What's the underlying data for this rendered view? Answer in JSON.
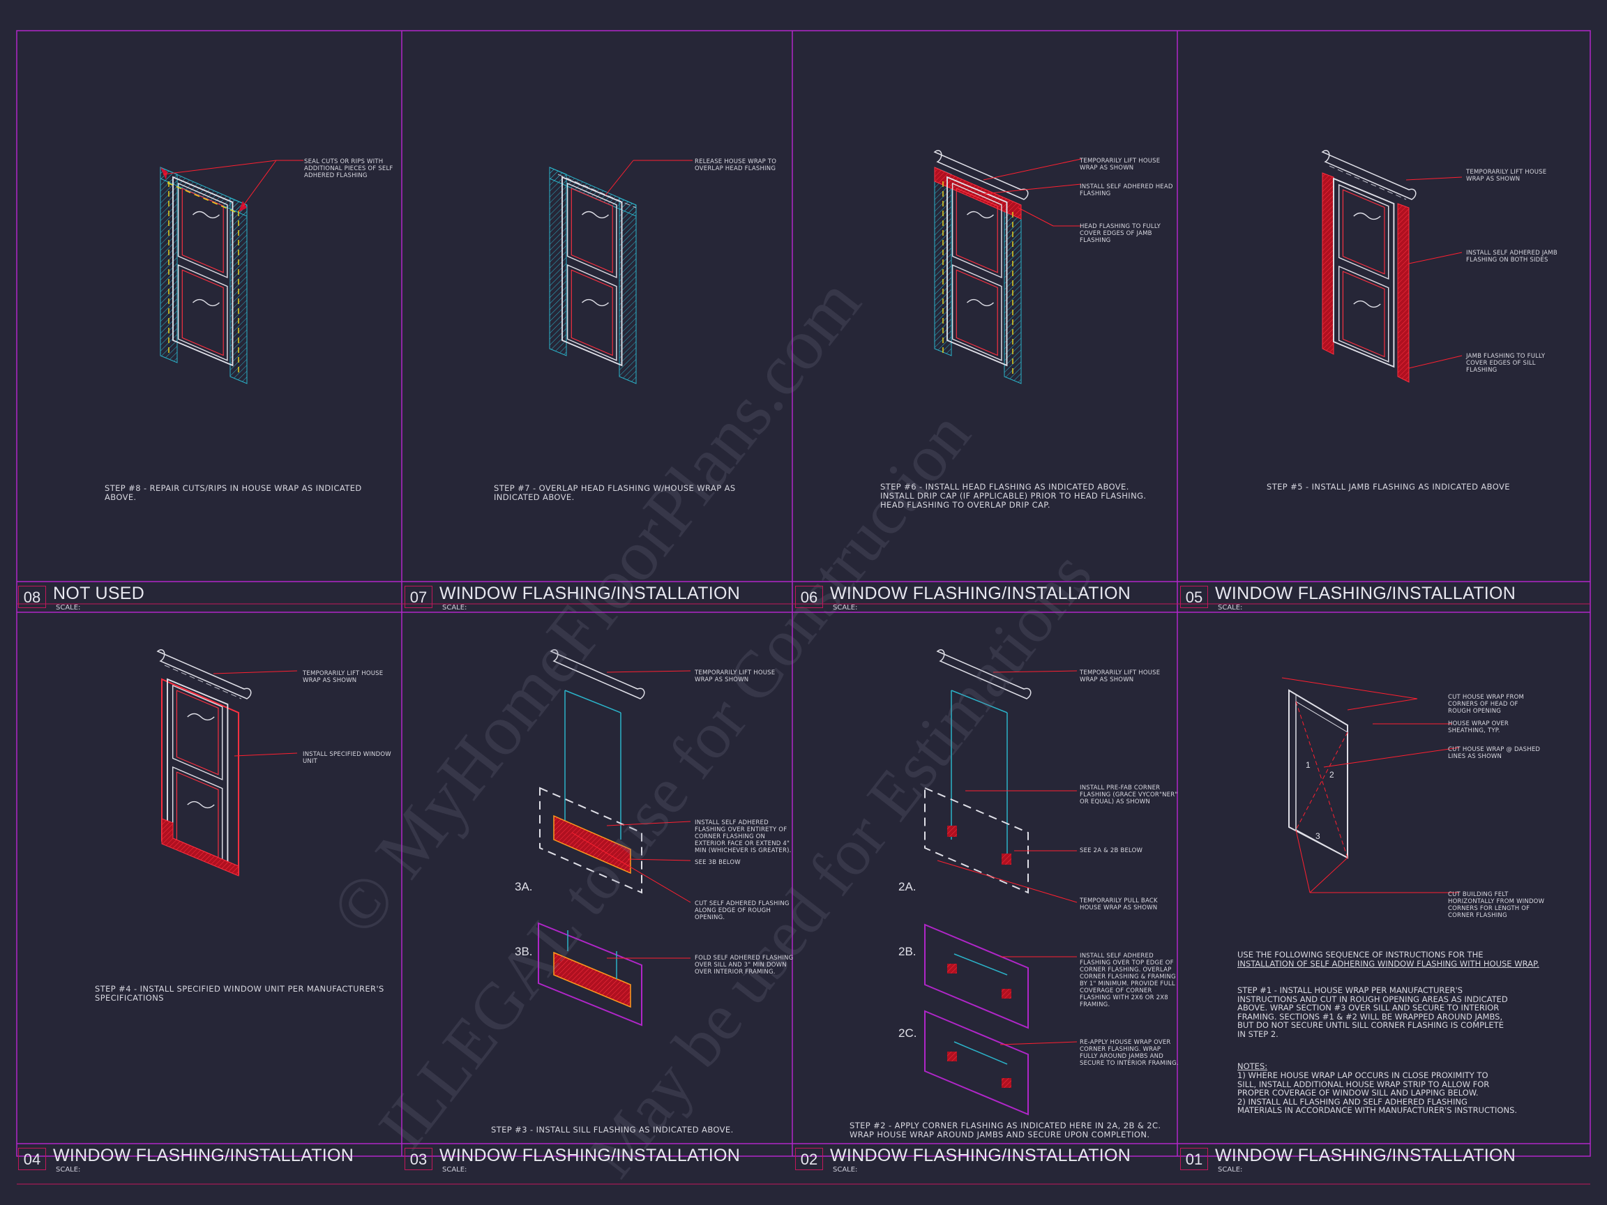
{
  "watermark": [
    "© MyHomeFloorPlans.com",
    "ILLEGAL to use for Construction",
    "May be used for Estimations"
  ],
  "panels": [
    {
      "id": "08",
      "title": "NOT USED",
      "scale": "SCALE:",
      "step": "STEP #8 - REPAIR CUTS/RIPS IN HOUSE WRAP AS INDICATED\nABOVE.",
      "notes": [
        "SEAL CUTS OR RIPS WITH\nADDITIONAL PIECES OF SELF\nADHERED FLASHING"
      ]
    },
    {
      "id": "07",
      "title": "WINDOW FLASHING/INSTALLATION",
      "scale": "SCALE:",
      "step": "STEP #7 - OVERLAP HEAD FLASHING W/HOUSE WRAP AS\nINDICATED ABOVE.",
      "notes": [
        "RELEASE HOUSE WRAP TO\nOVERLAP HEAD FLASHING"
      ]
    },
    {
      "id": "06",
      "title": "WINDOW FLASHING/INSTALLATION",
      "scale": "SCALE:",
      "step": "STEP #6 - INSTALL HEAD FLASHING AS INDICATED ABOVE.\nINSTALL DRIP CAP (IF APPLICABLE) PRIOR TO HEAD FLASHING.\nHEAD FLASHING TO OVERLAP DRIP CAP.",
      "notes": [
        "TEMPORARILY LIFT HOUSE\nWRAP AS SHOWN",
        "INSTALL SELF ADHERED HEAD\nFLASHING",
        "HEAD FLASHING TO FULLY\nCOVER EDGES OF JAMB\nFLASHING"
      ]
    },
    {
      "id": "05",
      "title": "WINDOW FLASHING/INSTALLATION",
      "scale": "SCALE:",
      "step": "STEP #5 - INSTALL JAMB FLASHING AS INDICATED ABOVE",
      "notes": [
        "TEMPORARILY LIFT HOUSE\nWRAP AS SHOWN",
        "INSTALL SELF ADHERED JAMB\nFLASHING ON BOTH SIDES",
        "JAMB FLASHING TO FULLY\nCOVER EDGES OF SILL\nFLASHING"
      ]
    },
    {
      "id": "04",
      "title": "WINDOW FLASHING/INSTALLATION",
      "scale": "SCALE:",
      "step": "STEP #4 - INSTALL SPECIFIED WINDOW UNIT PER MANUFACTURER'S\nSPECIFICATIONS",
      "notes": [
        "TEMPORARILY LIFT HOUSE\nWRAP AS SHOWN",
        "INSTALL SPECIFIED WINDOW\nUNIT"
      ]
    },
    {
      "id": "03",
      "title": "WINDOW FLASHING/INSTALLATION",
      "scale": "SCALE:",
      "step": "STEP #3 - INSTALL SILL FLASHING AS INDICATED ABOVE.",
      "notes": [
        "TEMPORARILY LIFT HOUSE\nWRAP AS SHOWN",
        "INSTALL SELF ADHERED\nFLASHING OVER ENTIRETY OF\nCORNER FLASHING ON\nEXTERIOR FACE OR EXTEND 4\"\nMIN (WHICHEVER IS GREATER).",
        "SEE 3B BELOW",
        "CUT SELF ADHERED FLASHING\nALONG EDGE OF ROUGH\nOPENING.",
        "FOLD SELF ADHERED FLASHING\nOVER SILL AND 3\" MIN DOWN\nOVER INTERIOR FRAMING."
      ],
      "labels": [
        "3A.",
        "3B."
      ]
    },
    {
      "id": "02",
      "title": "WINDOW FLASHING/INSTALLATION",
      "scale": "SCALE:",
      "step": "STEP #2 - APPLY CORNER FLASHING AS INDICATED HERE IN 2A, 2B & 2C.\nWRAP HOUSE WRAP AROUND JAMBS AND SECURE UPON COMPLETION.",
      "notes": [
        "TEMPORARILY LIFT HOUSE\nWRAP AS SHOWN",
        "INSTALL PRE-FAB CORNER\nFLASHING (GRACE VYCOR\"NER\"\nOR EQUAL) AS SHOWN",
        "SEE 2A & 2B BELOW",
        "TEMPORARILY PULL BACK\nHOUSE WRAP AS SHOWN",
        "INSTALL SELF ADHERED\nFLASHING OVER TOP EDGE OF\nCORNER FLASHING. OVERLAP\nCORNER FLASHING & FRAMING\nBY 1\" MINIMUM. PROVIDE FULL\nCOVERAGE OF CORNER\nFLASHING WITH 2X6 OR 2X8\nFRAMING.",
        "RE-APPLY HOUSE WRAP OVER\nCORNER FLASHING. WRAP\nFULLY AROUND JAMBS AND\nSECURE TO INTERIOR FRAMING."
      ],
      "labels": [
        "2A.",
        "2B.",
        "2C."
      ]
    },
    {
      "id": "01",
      "title": "WINDOW FLASHING/INSTALLATION",
      "scale": "SCALE:",
      "notes": [
        "CUT HOUSE WRAP FROM\nCORNERS OF HEAD OF\nROUGH OPENING",
        "HOUSE WRAP OVER\nSHEATHING, TYP.",
        "CUT HOUSE WRAP @ DASHED\nLINES AS SHOWN",
        "CUT BUILDING FELT\nHORIZONTALLY FROM WINDOW\nCORNERS FOR LENGTH OF\nCORNER FLASHING"
      ],
      "labels": [
        "1",
        "2",
        "3"
      ],
      "sequence_intro": "USE THE FOLLOWING SEQUENCE OF INSTRUCTIONS FOR THE",
      "sequence_intro_u": "INSTALLATION OF SELF ADHERING WINDOW FLASHING WITH HOUSE WRAP.",
      "step": "STEP #1 - INSTALL HOUSE WRAP PER MANUFACTURER'S\nINSTRUCTIONS AND CUT IN ROUGH OPENING AREAS AS INDICATED\nABOVE. WRAP SECTION #3 OVER SILL AND SECURE TO INTERIOR\nFRAMING. SECTIONS #1 & #2 WILL BE WRAPPED AROUND JAMBS,\nBUT DO NOT SECURE UNTIL SILL CORNER FLASHING IS COMPLETE\nIN STEP 2.",
      "notes_heading": "NOTES:",
      "notes_body": "1) WHERE HOUSE WRAP LAP OCCURS IN CLOSE PROXIMITY TO\nSILL, INSTALL ADDITIONAL HOUSE WRAP STRIP TO ALLOW FOR\nPROPER COVERAGE OF WINDOW SILL AND LAPPING BELOW.\n2) INSTALL ALL FLASHING AND SELF ADHERED FLASHING\nMATERIALS IN ACCORDANCE WITH MANUFACTURER'S INSTRUCTIONS."
    }
  ]
}
